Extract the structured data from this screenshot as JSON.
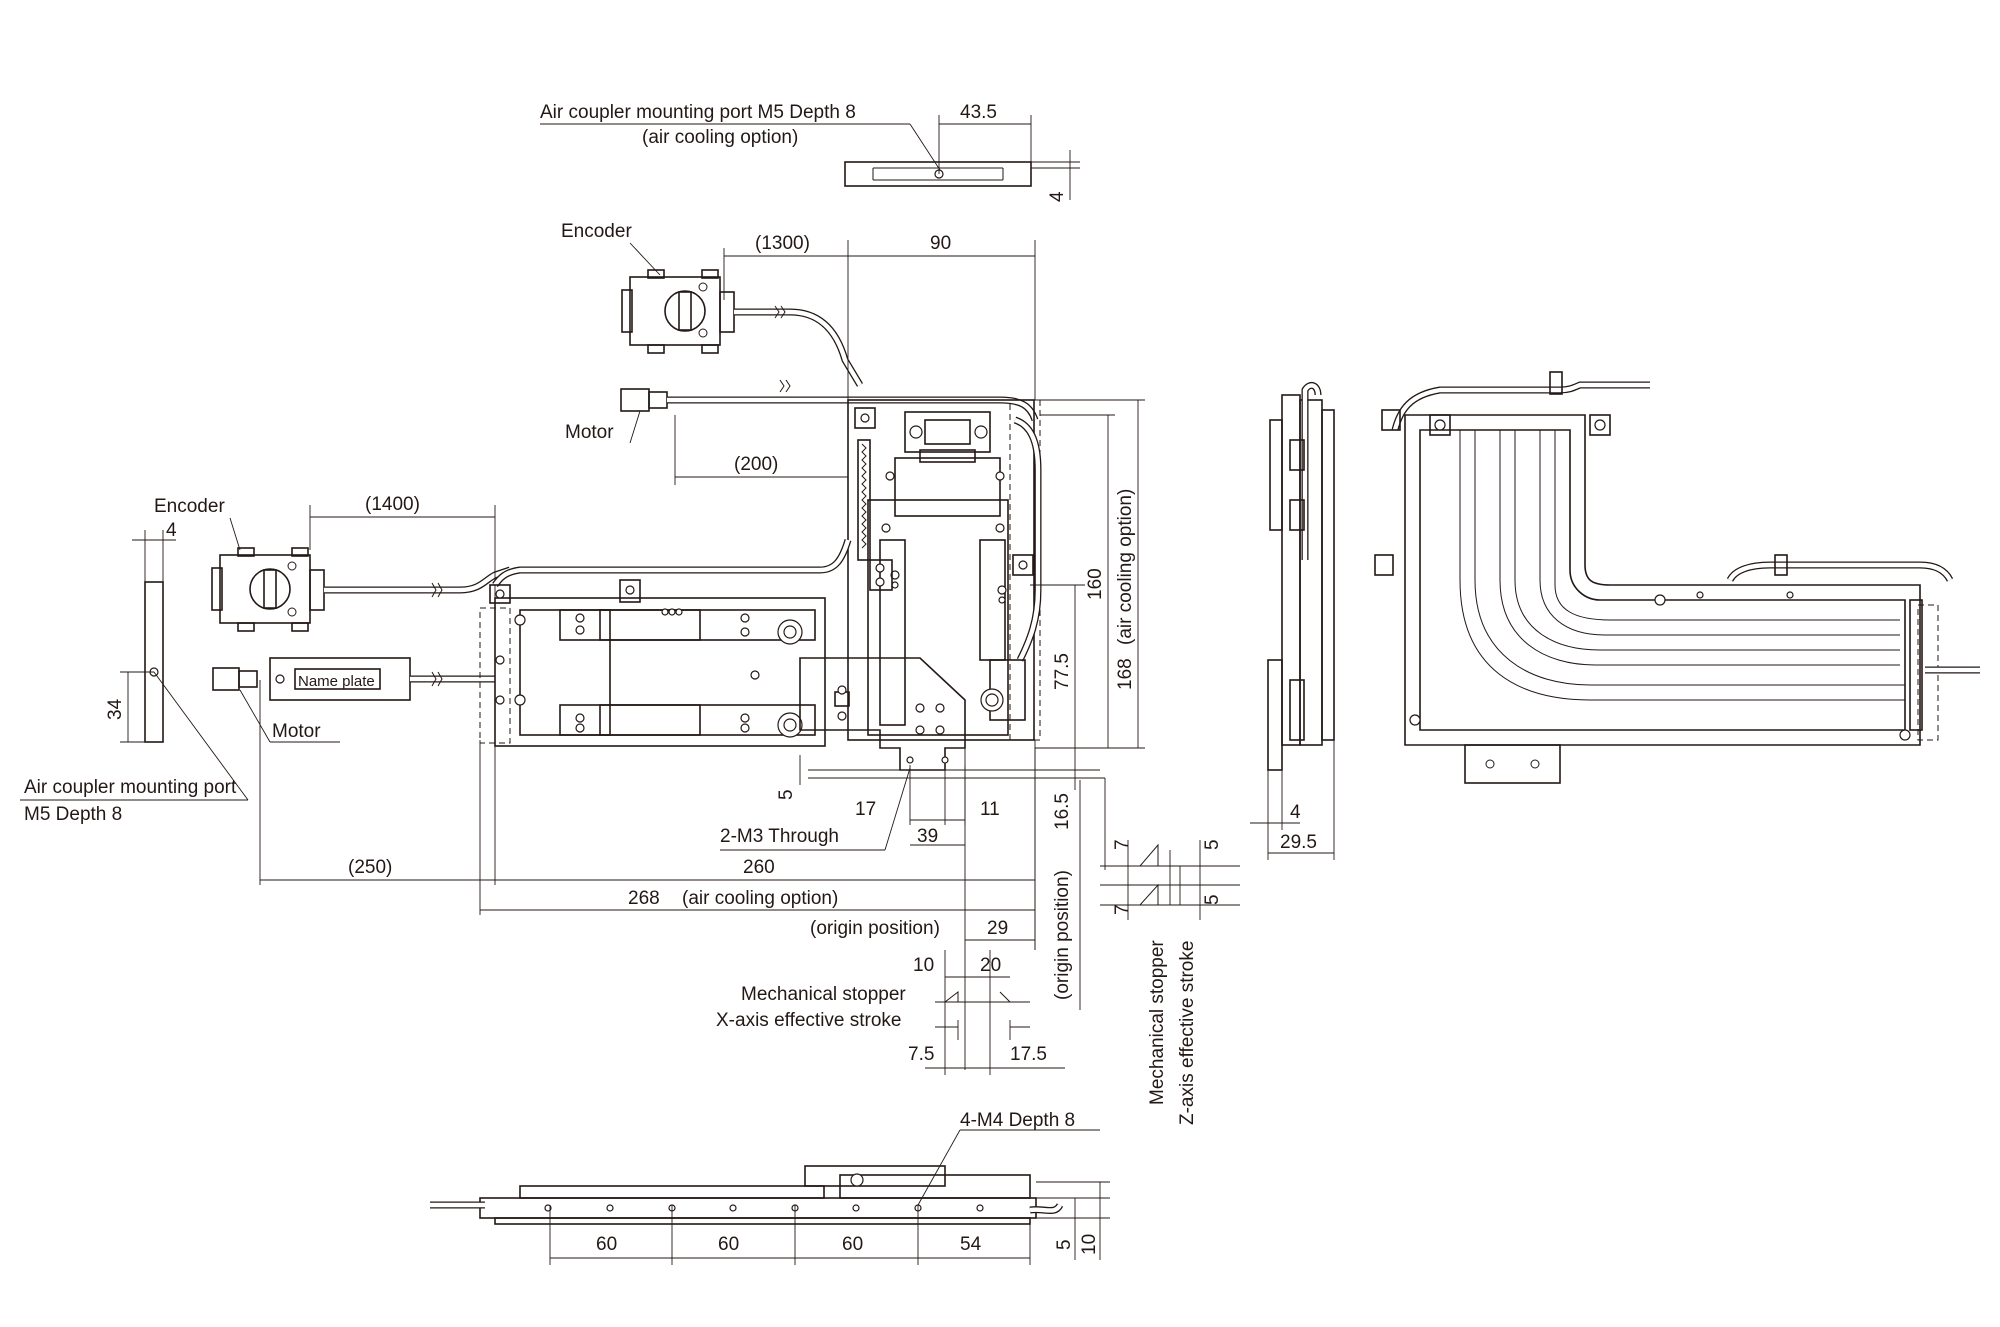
{
  "top_view": {
    "air_port_label": "Air coupler mounting port M5 Depth 8",
    "air_option_label": "(air cooling option)",
    "dim_43_5": "43.5",
    "dim_4": "4"
  },
  "z_axis": {
    "encoder_label": "Encoder",
    "motor_label": "Motor",
    "dim_1300": "(1300)",
    "dim_90": "90",
    "dim_200": "(200)",
    "dim_160": "160",
    "dim_air_cooling": "(air cooling option)",
    "dim_168": "168",
    "dim_77_5": "77.5",
    "dim_16_5": "16.5",
    "origin_position": "(origin position)"
  },
  "x_axis": {
    "encoder_label": "Encoder",
    "motor_label": "Motor",
    "name_plate": "Name plate",
    "dim_1400": "(1400)",
    "dim_4": "4",
    "dim_34": "34",
    "air_port_label_1": "Air coupler mounting port",
    "air_port_label_2": "M5 Depth 8",
    "dim_250": "(250)",
    "dim_260": "260",
    "dim_268": "268",
    "dim_268_note": "(air cooling option)",
    "origin_position": "(origin position)",
    "dim_29": "29",
    "dim_5": "5",
    "dim_17": "17",
    "dim_11": "11",
    "through_label": "2-M3 Through",
    "dim_39": "39"
  },
  "x_stroke": {
    "dim_10": "10",
    "dim_20": "20",
    "mech_stopper": "Mechanical stopper",
    "effective_stroke": "X-axis effective stroke",
    "dim_7_5": "7.5",
    "dim_17_5": "17.5"
  },
  "z_stroke": {
    "dim_7_top": "7",
    "dim_7_bottom": "7",
    "dim_5_top": "5",
    "dim_5_bottom": "5",
    "mech_stopper": "Mechanical stopper",
    "effective_stroke": "Z-axis effective stroke"
  },
  "side_view": {
    "dim_4": "4",
    "dim_29_5": "29.5"
  },
  "bottom_view": {
    "m4_label": "4-M4 Depth 8",
    "pitch": [
      "60",
      "60",
      "60",
      "54"
    ],
    "dim_5": "5",
    "dim_10": "10"
  }
}
